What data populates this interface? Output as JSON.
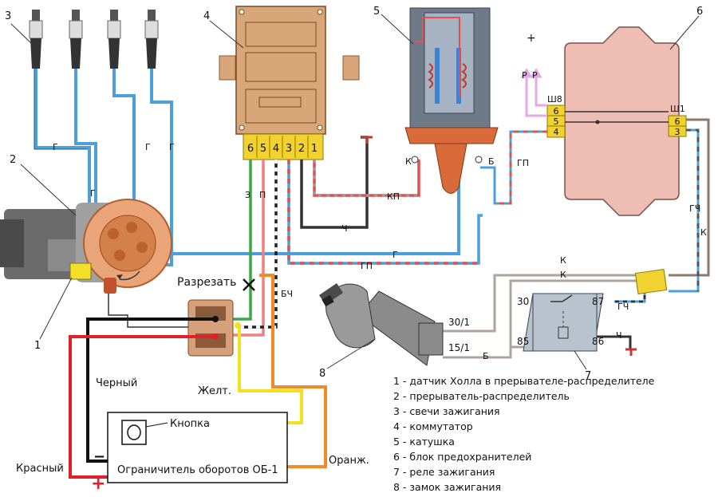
{
  "numbers": {
    "n1": "1",
    "n2": "2",
    "n3": "3",
    "n4": "4",
    "n5": "5",
    "n6": "6",
    "n7": "7",
    "n8": "8"
  },
  "commutator_pins": [
    "6",
    "5",
    "4",
    "3",
    "2",
    "1"
  ],
  "wire_codes": {
    "g": "Г",
    "gp": "ГП",
    "kp": "КП",
    "ch": "Ч",
    "z": "З",
    "p": "П",
    "bch": "БЧ",
    "k": "К",
    "b": "Б",
    "gch": "ГЧ",
    "r": "Р",
    "plus": "+"
  },
  "fuse": {
    "sh8": "Ш8",
    "sh1": "Ш1",
    "pins_left": [
      "6",
      "5",
      "4"
    ],
    "pins_right": [
      "6",
      "3"
    ]
  },
  "relay": {
    "p30": "30",
    "p87": "87",
    "p85": "85",
    "p86": "86"
  },
  "lock": {
    "p30_1": "30/1",
    "p15_1": "15/1"
  },
  "cut_label": "Разрезать",
  "wire_labels": {
    "black": "Черный",
    "yellow": "Желт.",
    "red": "Красный",
    "orange": "Оранж."
  },
  "limiter": {
    "button": "Кнопка",
    "title": "Ограничитель оборотов ОБ-1",
    "minus": "−",
    "plus": "+"
  },
  "legend": [
    "1 - датчик Холла в прерывателе-распределителе",
    "2 - прерыватель-распределитель",
    "3 - свечи зажигания",
    "4 - коммутатор",
    "5 - катушка",
    "6 - блок предохранителей",
    "7 - реле зажигания",
    "8 - замок зажигания"
  ]
}
